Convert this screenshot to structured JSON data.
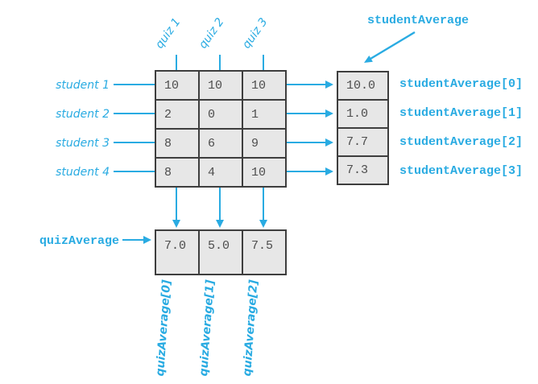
{
  "figure": {
    "col_labels": [
      "quiz 1",
      "quiz 2",
      "quiz 3"
    ],
    "row_labels": [
      "student 1",
      "student 2",
      "student 3",
      "student 4"
    ],
    "grid_values": [
      [
        "10",
        "10",
        "10"
      ],
      [
        "2",
        "0",
        "1"
      ],
      [
        "8",
        "6",
        "9"
      ],
      [
        "8",
        "4",
        "10"
      ]
    ],
    "student_average": {
      "title": "studentAverage",
      "values": [
        "10.0",
        "1.0",
        "7.7",
        "7.3"
      ],
      "labels": [
        "studentAverage[0]",
        "studentAverage[1]",
        "studentAverage[2]",
        "studentAverage[3]"
      ]
    },
    "quiz_average": {
      "title": "quizAverage",
      "values": [
        "7.0",
        "5.0",
        "7.5"
      ],
      "labels": [
        "quizAverage[0]",
        "quizAverage[1]",
        "quizAverage[2]"
      ]
    },
    "colors": {
      "accent": "#29ABE2",
      "cell_fill": "#E7E7E7",
      "cell_border": "#3E3E3E",
      "value_text": "#4D4D4D"
    }
  }
}
